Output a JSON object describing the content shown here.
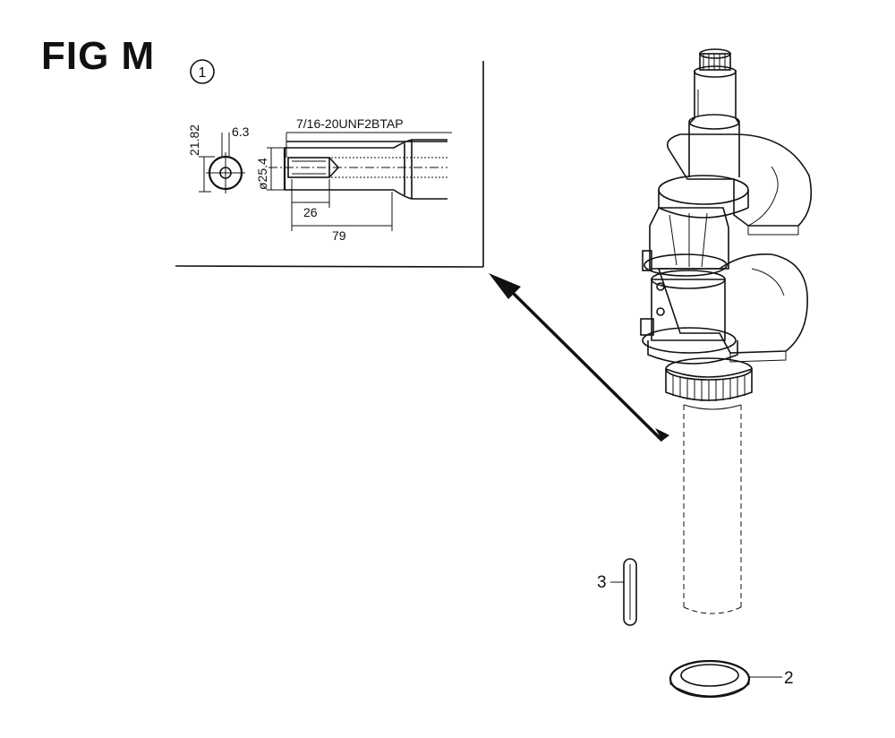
{
  "figure": {
    "title": "FIG M"
  },
  "detail": {
    "marker": "1",
    "thread_spec": "7/16-20UNF2BTAP",
    "dimensions": {
      "keyway_depth": "21.82",
      "keyway_width": "6.3",
      "shaft_diameter": "ø25.4",
      "tap_depth": "26",
      "overall_length": "79"
    }
  },
  "callouts": [
    {
      "number": "3",
      "part": "key"
    },
    {
      "number": "2",
      "part": "washer"
    }
  ],
  "colors": {
    "line": "#111111",
    "background": "#ffffff"
  }
}
